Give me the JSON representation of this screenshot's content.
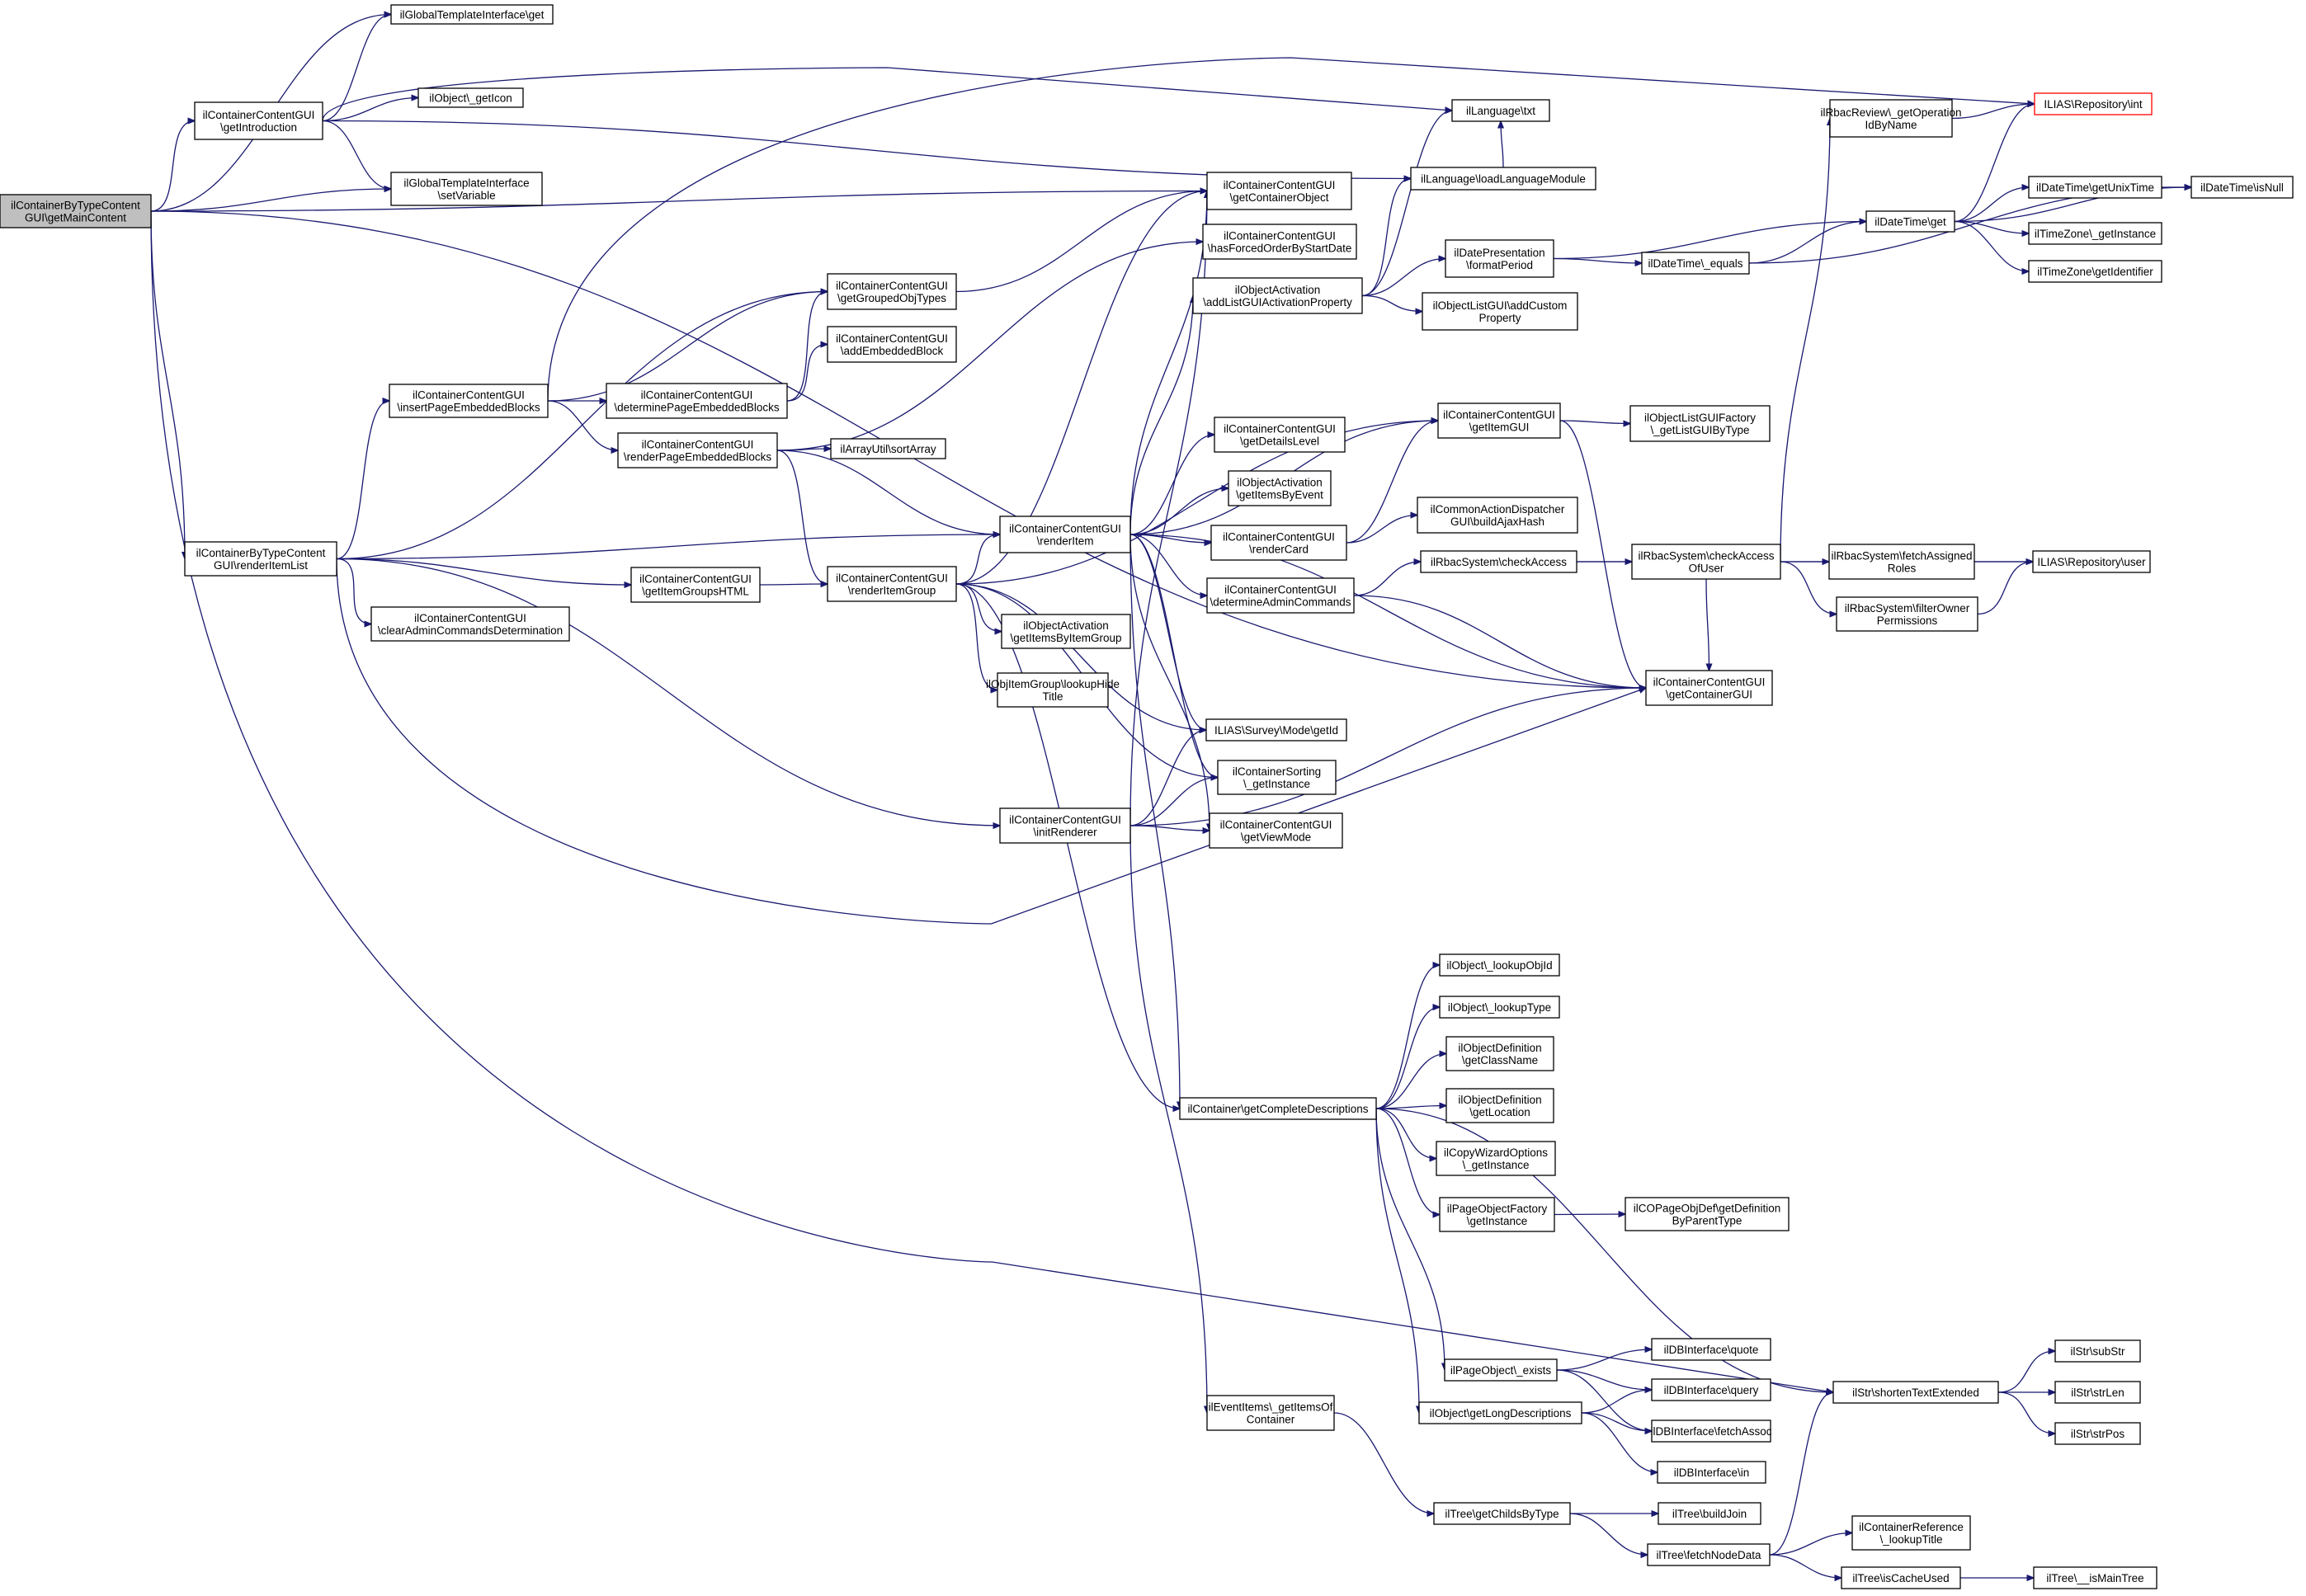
{
  "colors": {
    "edge": "#191970",
    "root_fill": "#bfbfbf",
    "highlight_border": "#ff0000",
    "node_border": "#000000"
  },
  "nodes": {
    "main": [
      "ilContainerByTypeContent",
      "GUI\\getMainContent"
    ],
    "gtiGet": [
      "ilGlobalTemplateInterface\\get"
    ],
    "getIntro": [
      "ilContainerContentGUI",
      "\\getIntroduction"
    ],
    "getIcon": [
      "ilObject\\_getIcon"
    ],
    "setVar": [
      "ilGlobalTemplateInterface",
      "\\setVariable"
    ],
    "langTxt": [
      "ilLanguage\\txt"
    ],
    "loadLang": [
      "ilLanguage\\loadLanguageModule"
    ],
    "repoInt": [
      "ILIAS\\Repository\\int"
    ],
    "opIdByName": [
      "ilRbacReview\\_getOperation",
      "IdByName"
    ],
    "dtGetUnix": [
      "ilDateTime\\getUnixTime"
    ],
    "dtIsNull": [
      "ilDateTime\\isNull"
    ],
    "dtGet": [
      "ilDateTime\\get"
    ],
    "tzGetInst": [
      "ilTimeZone\\_getInstance"
    ],
    "tzGetId": [
      "ilTimeZone\\getIdentifier"
    ],
    "dateFormat": [
      "ilDatePresentation",
      "\\formatPeriod"
    ],
    "dtEquals": [
      "ilDateTime\\_equals"
    ],
    "getContainerObj": [
      "ilContainerContentGUI",
      "\\getContainerObject"
    ],
    "hasForced": [
      "ilContainerContentGUI",
      "\\hasForcedOrderByStartDate"
    ],
    "addListAct": [
      "ilObjectActivation",
      "\\addListGUIActivationProperty"
    ],
    "addCustom": [
      "ilObjectListGUI\\addCustom",
      "Property"
    ],
    "getGrouped": [
      "ilContainerContentGUI",
      "\\getGroupedObjTypes"
    ],
    "addEmbedded": [
      "ilContainerContentGUI",
      "\\addEmbeddedBlock"
    ],
    "insertPage": [
      "ilContainerContentGUI",
      "\\insertPageEmbeddedBlocks"
    ],
    "determinePage": [
      "ilContainerContentGUI",
      "\\determinePageEmbeddedBlocks"
    ],
    "renderPage": [
      "ilContainerContentGUI",
      "\\renderPageEmbeddedBlocks"
    ],
    "sortArray": [
      "ilArrayUtil\\sortArray"
    ],
    "getItemGUI": [
      "ilContainerContentGUI",
      "\\getItemGUI"
    ],
    "listFactory": [
      "ilObjectListGUIFactory",
      "\\_getListGUIByType"
    ],
    "getDetails": [
      "ilContainerContentGUI",
      "\\getDetailsLevel"
    ],
    "getItemsByEvent": [
      "ilObjectActivation",
      "\\getItemsByEvent"
    ],
    "renderItem": [
      "ilContainerContentGUI",
      "\\renderItem"
    ],
    "renderCard": [
      "ilContainerContentGUI",
      "\\renderCard"
    ],
    "ajaxHash": [
      "ilCommonActionDispatcher",
      "GUI\\buildAjaxHash"
    ],
    "renderItemList": [
      "ilContainerByTypeContent",
      "GUI\\renderItemList"
    ],
    "getItemGroups": [
      "ilContainerContentGUI",
      "\\getItemGroupsHTML"
    ],
    "renderItemGroup": [
      "ilContainerContentGUI",
      "\\renderItemGroup"
    ],
    "clearAdmin": [
      "ilContainerContentGUI",
      "\\clearAdminCommandsDetermination"
    ],
    "determineAdmin": [
      "ilContainerContentGUI",
      "\\determineAdminCommands"
    ],
    "checkAccess": [
      "ilRbacSystem\\checkAccess"
    ],
    "checkAccessOfUser": [
      "ilRbacSystem\\checkAccess",
      "OfUser"
    ],
    "fetchAssigned": [
      "ilRbacSystem\\fetchAssigned",
      "Roles"
    ],
    "repoUser": [
      "ILIAS\\Repository\\user"
    ],
    "filterOwner": [
      "ilRbacSystem\\filterOwner",
      "Permissions"
    ],
    "getItemsByGroup": [
      "ilObjectActivation",
      "\\getItemsByItemGroup"
    ],
    "lookupHide": [
      "ilObjItemGroup\\lookupHide",
      "Title"
    ],
    "getContainerGUI": [
      "ilContainerContentGUI",
      "\\getContainerGUI"
    ],
    "surveyGetId": [
      "ILIAS\\Survey\\Mode\\getId"
    ],
    "sortingInst": [
      "ilContainerSorting",
      "\\_getInstance"
    ],
    "initRenderer": [
      "ilContainerContentGUI",
      "\\initRenderer"
    ],
    "getViewMode": [
      "ilContainerContentGUI",
      "\\getViewMode"
    ],
    "lookupObjId": [
      "ilObject\\_lookupObjId"
    ],
    "lookupType": [
      "ilObject\\_lookupType"
    ],
    "defClassName": [
      "ilObjectDefinition",
      "\\getClassName"
    ],
    "getCompleteDesc": [
      "ilContainer\\getCompleteDescriptions"
    ],
    "defLocation": [
      "ilObjectDefinition",
      "\\getLocation"
    ],
    "copyWizard": [
      "ilCopyWizardOptions",
      "\\_getInstance"
    ],
    "pageObjFactory": [
      "ilPageObjectFactory",
      "\\getInstance"
    ],
    "copageDef": [
      "ilCOPageObjDef\\getDefinition",
      "ByParentType"
    ],
    "pageExists": [
      "ilPageObject\\_exists"
    ],
    "dbQuote": [
      "ilDBInterface\\quote"
    ],
    "dbQuery": [
      "ilDBInterface\\query"
    ],
    "longDesc": [
      "ilObject\\getLongDescriptions"
    ],
    "dbFetch": [
      "ilDBInterface\\fetchAssoc"
    ],
    "dbIn": [
      "ilDBInterface\\in"
    ],
    "eventItems": [
      "ilEventItems\\_getItemsOf",
      "Container"
    ],
    "treeChilds": [
      "ilTree\\getChildsByType"
    ],
    "buildJoin": [
      "ilTree\\buildJoin"
    ],
    "fetchNode": [
      "ilTree\\fetchNodeData"
    ],
    "shorten": [
      "ilStr\\shortenTextExtended"
    ],
    "subStr": [
      "ilStr\\subStr"
    ],
    "strLen": [
      "ilStr\\strLen"
    ],
    "strPos": [
      "ilStr\\strPos"
    ],
    "lookupTitle": [
      "ilContainerReference",
      "\\_lookupTitle"
    ],
    "isCacheUsed": [
      "ilTree\\isCacheUsed"
    ],
    "isMainTree": [
      "ilTree\\__isMainTree"
    ]
  }
}
